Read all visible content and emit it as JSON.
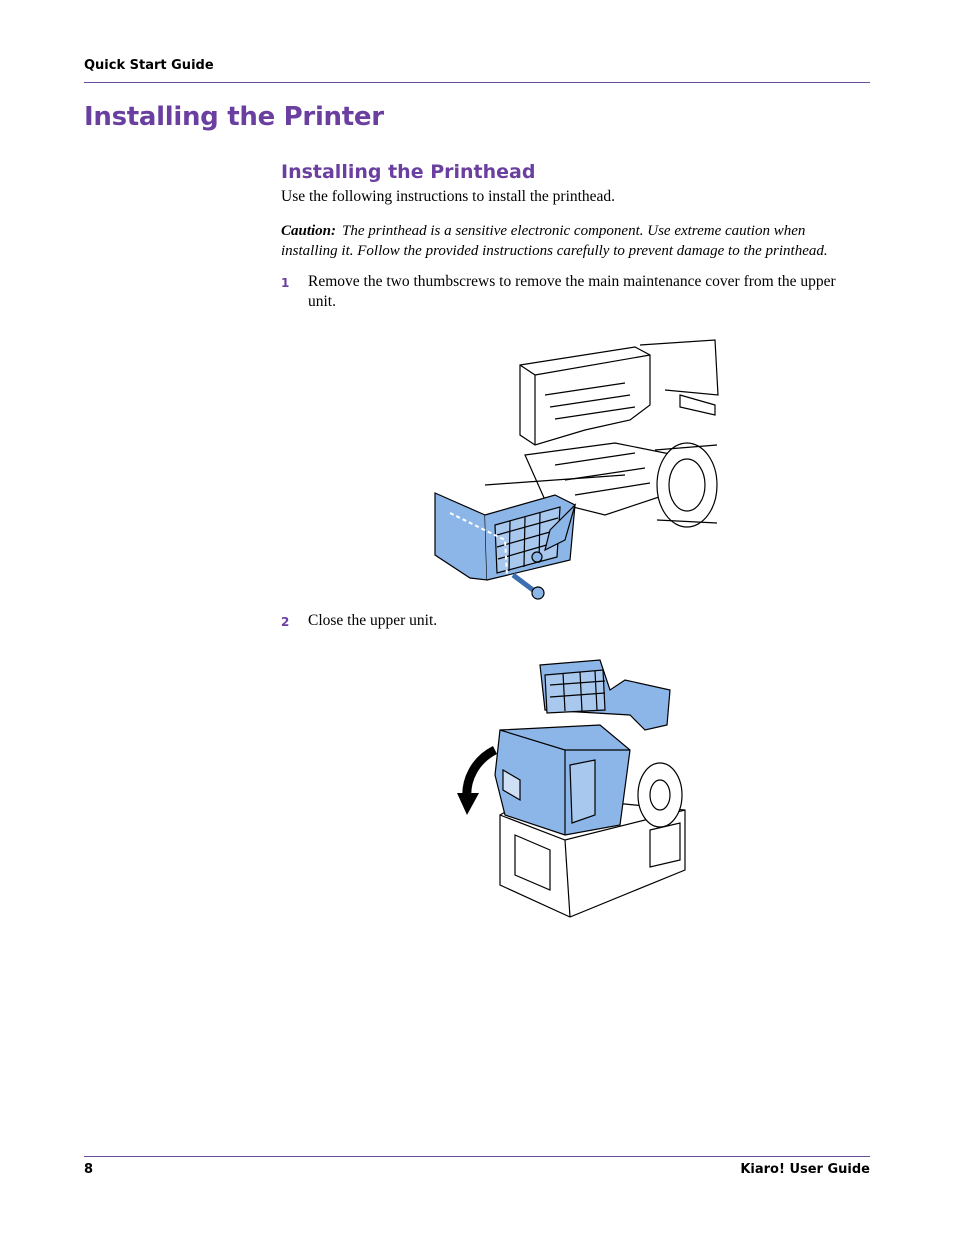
{
  "header": {
    "section": "Quick Start Guide"
  },
  "page_title": "Installing the Printer",
  "section": {
    "title": "Installing the Printhead",
    "intro": "Use the following instructions to install the printhead.",
    "caution_label": "Caution:",
    "caution_text": "The printhead is a sensitive electronic component. Use extreme caution when installing it. Follow the provided instructions carefully to prevent damage to the printhead."
  },
  "steps": [
    {
      "num": "1",
      "text": "Remove the two thumbscrews to remove the main maintenance cover from the upper unit."
    },
    {
      "num": "2",
      "text": "Close the upper unit."
    }
  ],
  "colors": {
    "accent": "#6a3fa0",
    "illustration_blue": "#8db6e8"
  },
  "footer": {
    "page_number": "8",
    "guide_title": "Kiaro! User Guide"
  }
}
